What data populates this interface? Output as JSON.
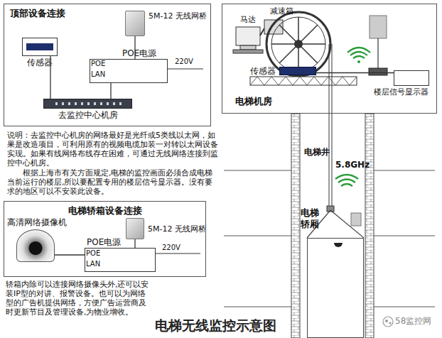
{
  "diagram": {
    "title": "电梯无线监控示意图",
    "nodes": [
      {
        "text": [
          "顶部设备连接"
        ]
      },
      {
        "text": [
          "传感器"
        ],
        "in": 0
      },
      {
        "text": [
          "5M-12 无线网桥"
        ],
        "in": 0
      },
      {
        "text": [
          "POE电源"
        ],
        "in": 0
      },
      {
        "text": [
          "去监控中心机房"
        ],
        "in": 0
      },
      {
        "text": [
          "电梯机房"
        ]
      },
      {
        "text": [
          "传感器"
        ],
        "in": 5
      },
      {
        "text": [
          "楼层信号显示器"
        ],
        "in": 5
      },
      {
        "text": [
          "电梯轿箱设备连接"
        ]
      },
      {
        "text": [
          "高清网络摄像机"
        ],
        "in": 8
      },
      {
        "text": [
          "5M-12 无线网桥"
        ],
        "in": 8
      },
      {
        "text": [
          "POE电源"
        ],
        "in": 8
      },
      {
        "text": [
          "电梯轿厢"
        ]
      }
    ],
    "edges": [
      {
        "from": 1,
        "to": 4,
        "arrow": "none"
      },
      {
        "from": 2,
        "to": 3,
        "arrow": "none"
      },
      {
        "from": 3,
        "to": 4,
        "arrow": "none"
      },
      {
        "from": 6,
        "to": 7,
        "arrow": "none"
      },
      {
        "from": 9,
        "to": 11,
        "arrow": "none"
      },
      {
        "from": 10,
        "to": 11,
        "arrow": "none"
      }
    ],
    "labels": [
      "POE",
      "LAN",
      "220V",
      "马达",
      "减速箱",
      "电梯井",
      "5.8GHz",
      "说明：去监控中心机房的网络最好是光纤或5类线以太网，如果是改造项目，可利用原有的视频电缆加装一对转以太网设备实现。如果有线网络布线存在困难，可通过无线网络连接到监控中心机房。",
      "根据上海市有关方面规定,电梯的监控画面必须合成电梯当前运行的楼层,所以要配置专用的楼层信号显示器。没有要求的地区可以不安装此设备。",
      "POE",
      "LAN",
      "220V",
      "轿箱内除可以连接网络摄像头外,还可以安装IP型的对讲、报警设备。也可以为网络型的广告机提供网络，方便广告运营商及时更新节目及管理设备,为物业增收。",
      "58监控网"
    ]
  }
}
